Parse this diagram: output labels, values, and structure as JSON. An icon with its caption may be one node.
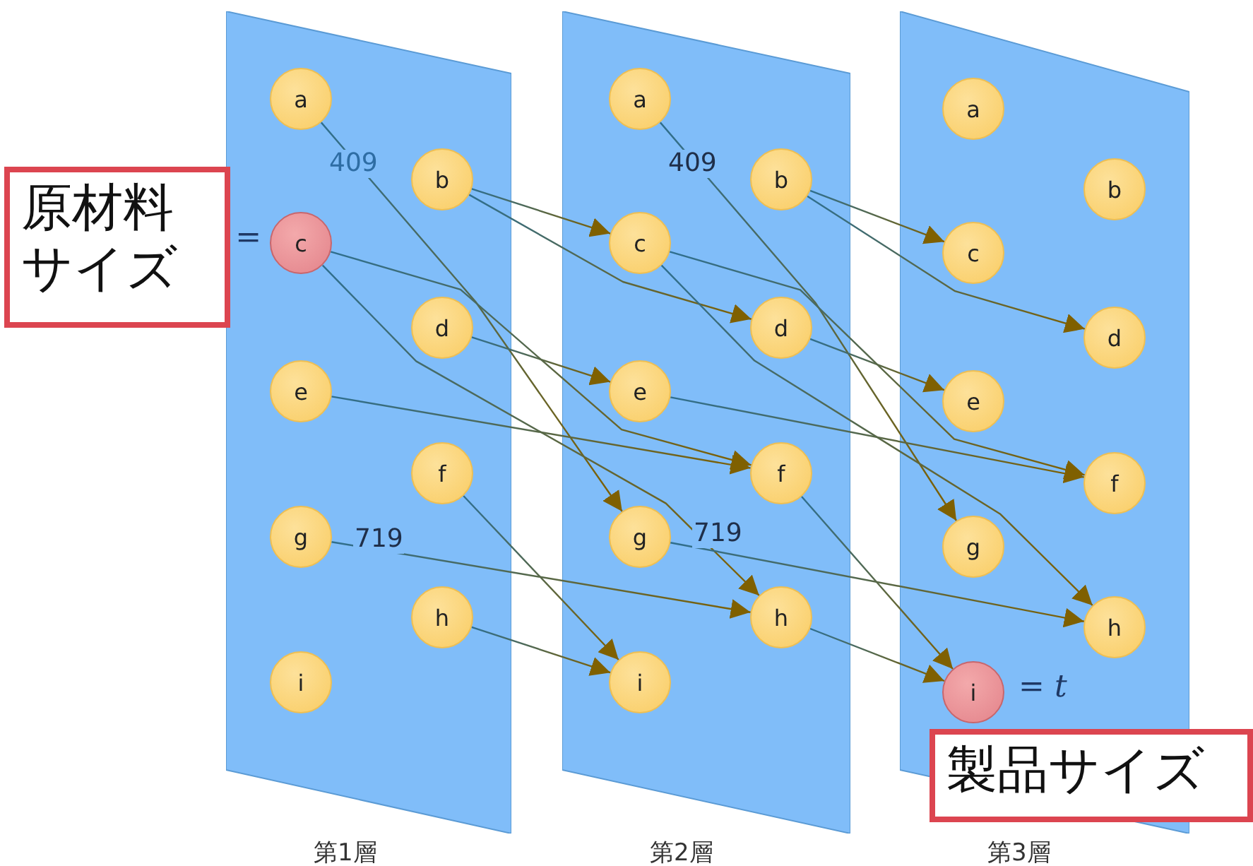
{
  "diagram": {
    "nodes": [
      {
        "text": [
          "第1層"
        ]
      },
      {
        "text": [
          "a"
        ],
        "in": 0
      },
      {
        "text": [
          "b"
        ],
        "in": 0
      },
      {
        "text": [
          "c"
        ],
        "in": 0,
        "beside": [
          "="
        ]
      },
      {
        "text": [
          "d"
        ],
        "in": 0
      },
      {
        "text": [
          "e"
        ],
        "in": 0
      },
      {
        "text": [
          "f"
        ],
        "in": 0
      },
      {
        "text": [
          "g"
        ],
        "in": 0
      },
      {
        "text": [
          "h"
        ],
        "in": 0
      },
      {
        "text": [
          "i"
        ],
        "in": 0
      },
      {
        "text": [
          "第2層"
        ]
      },
      {
        "text": [
          "a"
        ],
        "in": 10
      },
      {
        "text": [
          "b"
        ],
        "in": 10
      },
      {
        "text": [
          "c"
        ],
        "in": 10
      },
      {
        "text": [
          "d"
        ],
        "in": 10
      },
      {
        "text": [
          "e"
        ],
        "in": 10
      },
      {
        "text": [
          "f"
        ],
        "in": 10
      },
      {
        "text": [
          "g"
        ],
        "in": 10
      },
      {
        "text": [
          "h"
        ],
        "in": 10
      },
      {
        "text": [
          "i"
        ],
        "in": 10
      },
      {
        "text": [
          "第3層"
        ]
      },
      {
        "text": [
          "a"
        ],
        "in": 20
      },
      {
        "text": [
          "b"
        ],
        "in": 20
      },
      {
        "text": [
          "c"
        ],
        "in": 20
      },
      {
        "text": [
          "d"
        ],
        "in": 20
      },
      {
        "text": [
          "e"
        ],
        "in": 20
      },
      {
        "text": [
          "f"
        ],
        "in": 20
      },
      {
        "text": [
          "g"
        ],
        "in": 20
      },
      {
        "text": [
          "h"
        ],
        "in": 20
      },
      {
        "text": [
          "i"
        ],
        "in": 20,
        "beside": [
          "= *t*"
        ]
      },
      {
        "text": [
          "原材料サイズ"
        ]
      },
      {
        "text": [
          "製品サイズ"
        ]
      }
    ],
    "edges": [
      {
        "from": 1,
        "to": 17,
        "arrow": "to",
        "label": "409"
      },
      {
        "from": 2,
        "to": 13,
        "arrow": "to"
      },
      {
        "from": 2,
        "to": 14,
        "arrow": "to"
      },
      {
        "from": 3,
        "to": 16,
        "arrow": "to"
      },
      {
        "from": 3,
        "to": 18,
        "arrow": "to"
      },
      {
        "from": 4,
        "to": 15,
        "arrow": "to"
      },
      {
        "from": 5,
        "to": 16,
        "arrow": "to"
      },
      {
        "from": 6,
        "to": 19,
        "arrow": "to"
      },
      {
        "from": 7,
        "to": 18,
        "arrow": "to",
        "label": "719"
      },
      {
        "from": 8,
        "to": 19,
        "arrow": "to"
      },
      {
        "from": 11,
        "to": 27,
        "arrow": "to",
        "label": "409"
      },
      {
        "from": 12,
        "to": 23,
        "arrow": "to"
      },
      {
        "from": 12,
        "to": 24,
        "arrow": "to"
      },
      {
        "from": 13,
        "to": 26,
        "arrow": "to"
      },
      {
        "from": 13,
        "to": 28,
        "arrow": "to"
      },
      {
        "from": 14,
        "to": 25,
        "arrow": "to"
      },
      {
        "from": 15,
        "to": 26,
        "arrow": "to"
      },
      {
        "from": 16,
        "to": 29,
        "arrow": "to"
      },
      {
        "from": 17,
        "to": 28,
        "arrow": "to",
        "label": "719"
      },
      {
        "from": 18,
        "to": 29,
        "arrow": "to"
      }
    ]
  }
}
